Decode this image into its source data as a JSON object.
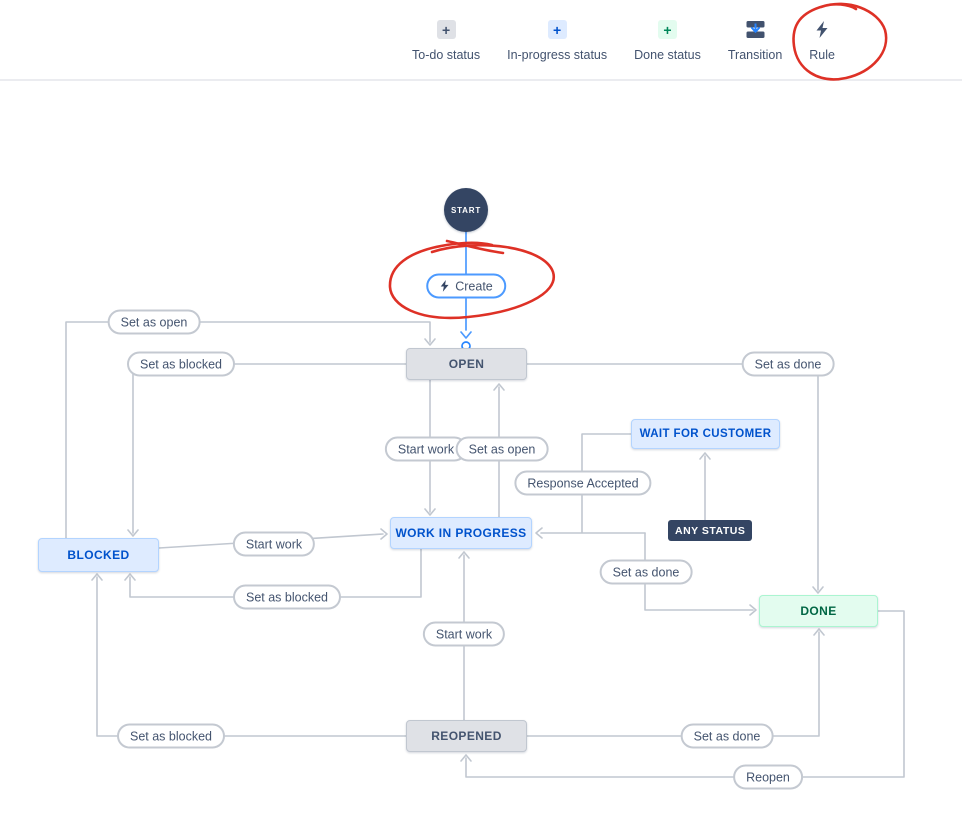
{
  "toolbar": {
    "items": [
      {
        "label": "To-do status",
        "icon": "todo-status-plus-icon"
      },
      {
        "label": "In-progress status",
        "icon": "in-progress-status-plus-icon"
      },
      {
        "label": "Done status",
        "icon": "done-status-plus-icon"
      },
      {
        "label": "Transition",
        "icon": "transition-icon"
      },
      {
        "label": "Rule",
        "icon": "rule-bolt-icon"
      }
    ]
  },
  "diagram": {
    "start": {
      "label": "START"
    },
    "create": {
      "label": "Create"
    },
    "any_status": {
      "label": "ANY STATUS"
    },
    "statuses": {
      "open": {
        "label": "OPEN",
        "category": "todo"
      },
      "work_in_progress": {
        "label": "WORK IN PROGRESS",
        "category": "in-progress"
      },
      "blocked": {
        "label": "BLOCKED",
        "category": "in-progress"
      },
      "wait_for_customer": {
        "label": "WAIT FOR CUSTOMER",
        "category": "in-progress"
      },
      "done": {
        "label": "DONE",
        "category": "done"
      },
      "reopened": {
        "label": "REOPENED",
        "category": "todo"
      }
    },
    "transitions": {
      "set_as_open_blocked_to_open": {
        "label": "Set as open"
      },
      "set_as_blocked_open_to_blocked": {
        "label": "Set as blocked"
      },
      "start_work_open_to_wip": {
        "label": "Start work"
      },
      "set_as_open_wip_to_open": {
        "label": "Set as open"
      },
      "set_as_done_open_to_done": {
        "label": "Set as done"
      },
      "response_accepted": {
        "label": "Response Accepted"
      },
      "start_work_blocked_to_wip": {
        "label": "Start work"
      },
      "set_as_blocked_wip_to_blocked": {
        "label": "Set as blocked"
      },
      "set_as_done_any_to_done": {
        "label": "Set as done"
      },
      "start_work_reopened_to_wip": {
        "label": "Start work"
      },
      "set_as_blocked_reopened_to_blocked": {
        "label": "Set as blocked"
      },
      "set_as_done_reopened_to_done": {
        "label": "Set as done"
      },
      "reopen_done_to_reopened": {
        "label": "Reopen"
      }
    }
  },
  "annotations": {
    "circled_items": [
      "Rule toolbar button",
      "Create transition"
    ]
  },
  "colors": {
    "accent_blue": "#2684ff",
    "line_gray": "#c1c7d0",
    "todo_bg": "#dfe1e6",
    "todo_text": "#44546f",
    "inprogress_bg": "#deebff",
    "inprogress_border": "#b3d4ff",
    "inprogress_text": "#0052cc",
    "done_bg": "#e3fcef",
    "done_border": "#abf5d1",
    "done_text": "#006644",
    "dark_navy": "#344563",
    "annotation_red": "#de3126"
  }
}
